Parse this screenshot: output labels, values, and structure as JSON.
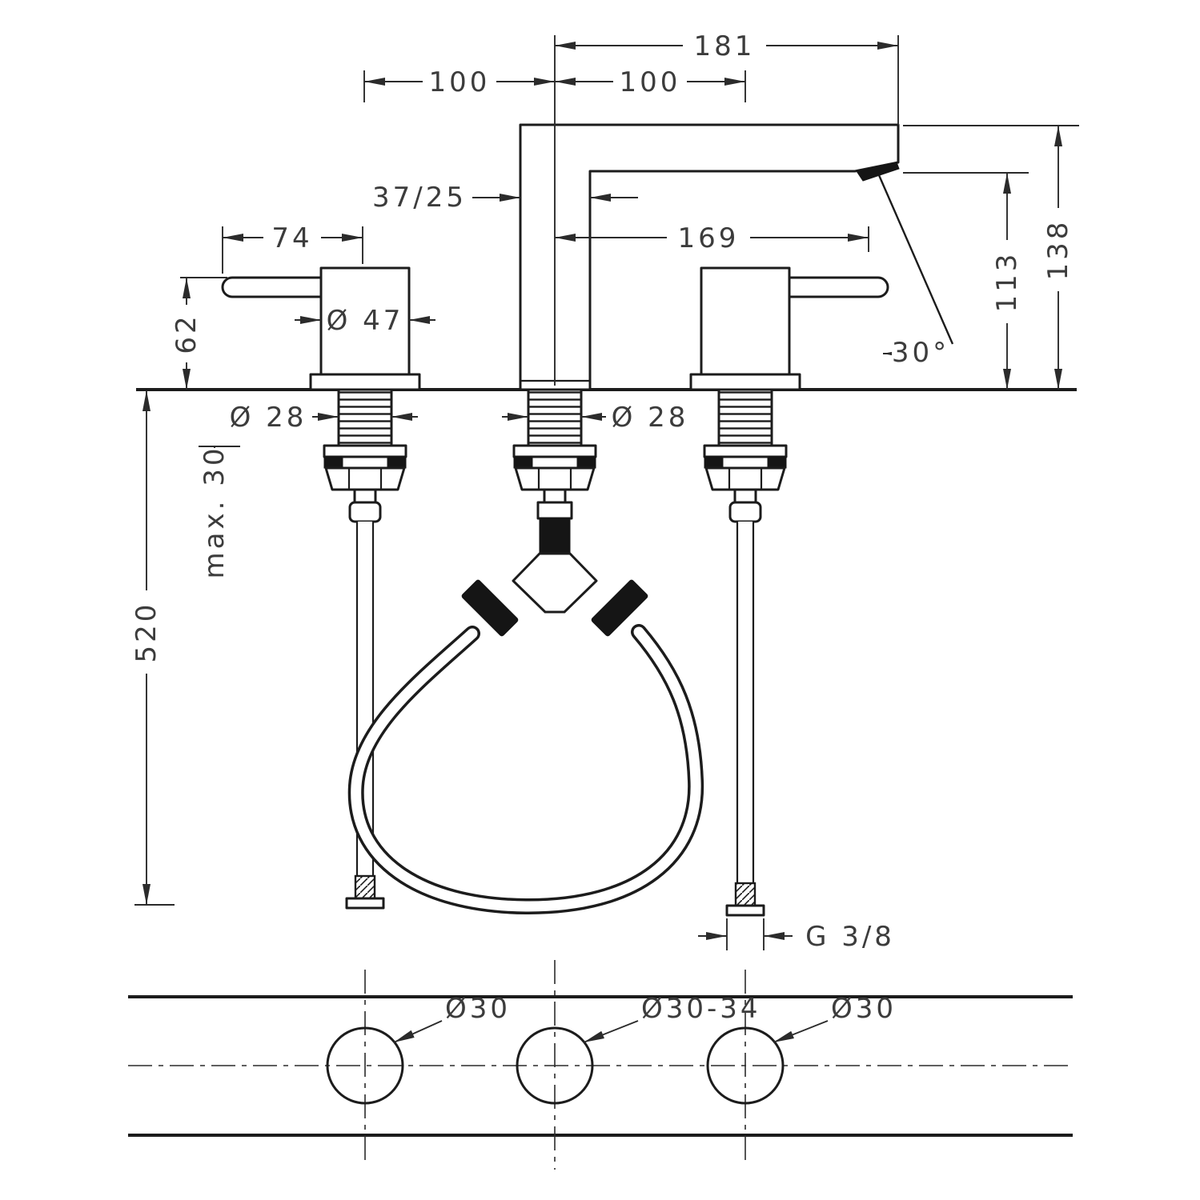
{
  "colors": {
    "line": "#1c1c1c",
    "text": "#3c3c3c",
    "background": "#ffffff"
  },
  "front_view": {
    "dims": {
      "width_total": "181",
      "spacing_left": "100",
      "spacing_right": "100",
      "spout_section": "37/25",
      "handle_length": "74",
      "spout_reach": "169",
      "handle_dia": "Ø 47",
      "handle_height": "62",
      "spout_outlet_height": "113",
      "total_height": "138",
      "stream_angle": "30°",
      "shank_dia_left": "Ø 28",
      "shank_dia_center": "Ø 28",
      "deck_max": "max. 30",
      "hose_length": "520",
      "thread": "G 3/8"
    }
  },
  "plan_view": {
    "holes": {
      "left": "Ø30",
      "center": "Ø30-34",
      "right": "Ø30"
    }
  }
}
